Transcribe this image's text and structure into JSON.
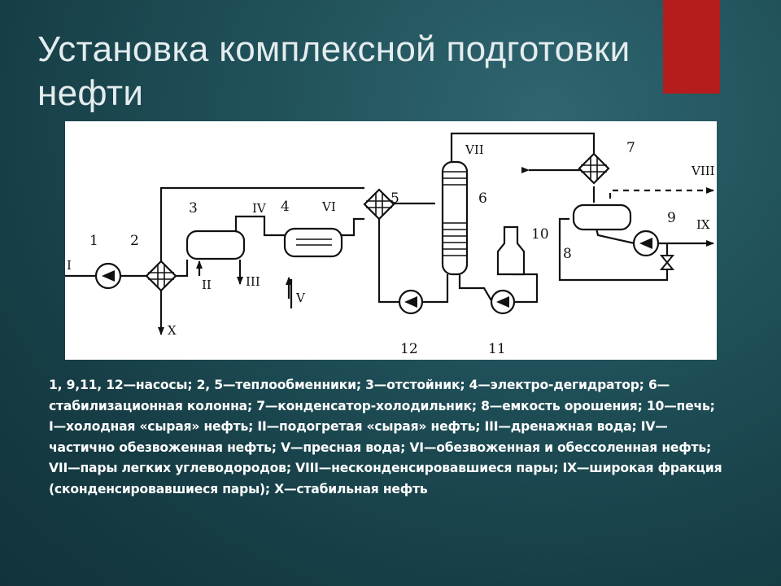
{
  "slide": {
    "title": "Установка комплексной подготовки нефти"
  },
  "diagram": {
    "equipment_labels": [
      "1",
      "2",
      "3",
      "4",
      "5",
      "6",
      "7",
      "8",
      "9",
      "10",
      "11",
      "12"
    ],
    "stream_labels": {
      "I": "I",
      "II": "II",
      "III": "III",
      "IV": "IV",
      "V": "V",
      "VI": "VI",
      "VII": "VII",
      "VIII": "VIII",
      "IX": "IX",
      "X": "X"
    }
  },
  "caption": {
    "equipment_legend": "1, 9,11, 12—насосы; 2, 5—теплообменники; 3—отстойник; 4—электро-дегидратор; 6—стабилизационная колонна; 7—конденсатор-холодильник; 8—емкость орошения; 10—печь;",
    "stream_legend": "I—холодная «сырая» нефть; II—подогретая «сырая» нефть; III—дренажная вода; IV—частично обезвоженная нефть; V—пресная вода; VI—обезвоженная и обессоленная нефть; VII—пары легких углеводородов; VIII—несконденсировавшиеся пары; IX—широкая фракция (сконденсировавшиеся пары); X—стабильная нефть"
  }
}
